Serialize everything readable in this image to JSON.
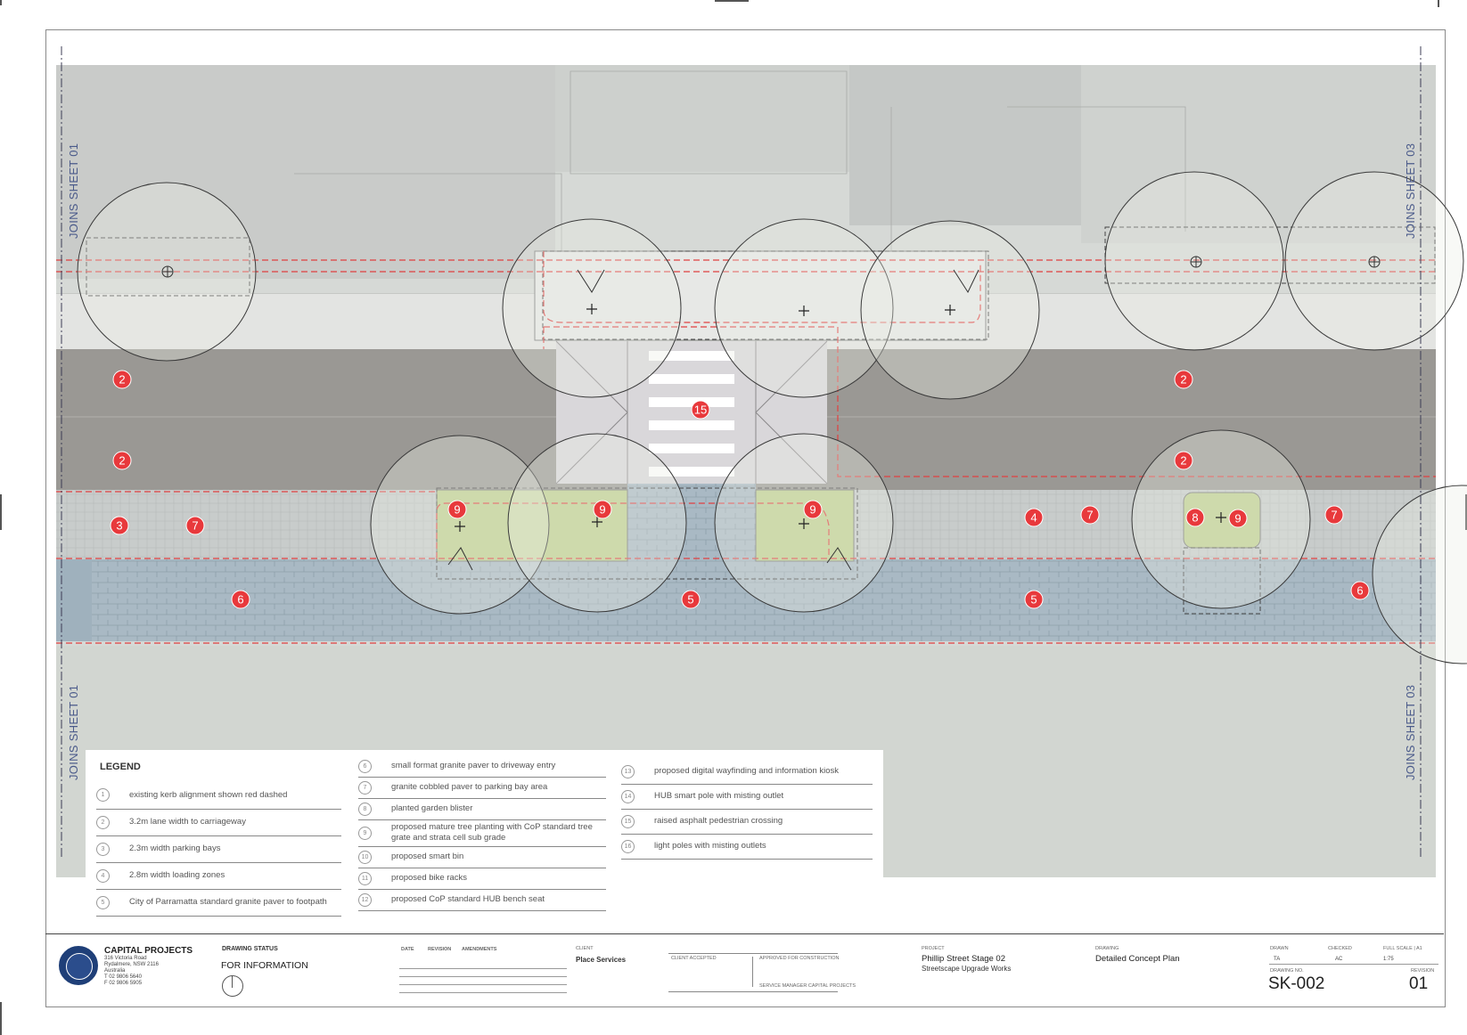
{
  "plan": {
    "joins_left_top": "JOINS SHEET 01",
    "joins_left_bottom": "JOINS SHEET 01",
    "joins_right_top": "JOINS SHEET 03",
    "joins_right_bottom": "JOINS SHEET 03",
    "markers": [
      {
        "n": "2"
      },
      {
        "n": "2"
      },
      {
        "n": "2"
      },
      {
        "n": "2"
      },
      {
        "n": "15"
      },
      {
        "n": "3"
      },
      {
        "n": "7"
      },
      {
        "n": "6"
      },
      {
        "n": "9"
      },
      {
        "n": "9"
      },
      {
        "n": "9"
      },
      {
        "n": "5"
      },
      {
        "n": "5"
      },
      {
        "n": "4"
      },
      {
        "n": "7"
      },
      {
        "n": "8"
      },
      {
        "n": "9"
      },
      {
        "n": "7"
      },
      {
        "n": "6"
      }
    ],
    "colors": {
      "marker": "#e8393c",
      "road": "#9a9894",
      "footpath_paver": "#a9b9c4",
      "planting": "#bfcf8e",
      "kerb_line": "#e04040",
      "aerial": "#d9dcd9"
    }
  },
  "legend": {
    "title": "LEGEND",
    "col1": [
      {
        "num": "1",
        "text": "existing kerb alignment shown red dashed"
      },
      {
        "num": "2",
        "text": "3.2m lane width to carriageway"
      },
      {
        "num": "3",
        "text": "2.3m width parking bays"
      },
      {
        "num": "4",
        "text": "2.8m width loading zones"
      },
      {
        "num": "5",
        "text": "City of Parramatta standard granite paver to footpath"
      }
    ],
    "col2": [
      {
        "num": "6",
        "text": "small format granite paver to driveway entry"
      },
      {
        "num": "7",
        "text": "granite cobbled paver to parking bay area"
      },
      {
        "num": "8",
        "text": "planted garden blister"
      },
      {
        "num": "9",
        "text": "proposed mature tree planting with CoP standard tree grate and strata cell sub grade"
      },
      {
        "num": "10",
        "text": "proposed smart bin"
      },
      {
        "num": "11",
        "text": "proposed bike racks"
      },
      {
        "num": "12",
        "text": "proposed CoP standard HUB bench seat"
      }
    ],
    "col3": [
      {
        "num": "13",
        "text": "proposed digital wayfinding and information kiosk"
      },
      {
        "num": "14",
        "text": "HUB smart pole with misting outlet"
      },
      {
        "num": "15",
        "text": "raised asphalt pedestrian crossing"
      },
      {
        "num": "16",
        "text": "light poles with misting outlets"
      }
    ]
  },
  "titleblock": {
    "org": "CAPITAL PROJECTS",
    "address": [
      "316 Victoria Road",
      "Rydalmere, NSW 2116",
      "Australia",
      "T 02 9806 5640",
      "F 02 9806 5905"
    ],
    "status_label": "DRAWING STATUS",
    "status_value": "FOR INFORMATION",
    "rev_headers": [
      "DATE",
      "REVISION",
      "AMENDMENTS"
    ],
    "client_label": "CLIENT",
    "client_value": "Place Services",
    "client_accepted": "CLIENT ACCEPTED",
    "approved": "APPROVED FOR CONSTRUCTION",
    "service_manager": "SERVICE MANAGER CAPITAL PROJECTS",
    "project_label": "PROJECT",
    "project_line1": "Phillip Street Stage 02",
    "project_line2": "Streetscape Upgrade Works",
    "drawing_label": "DRAWING",
    "drawing_value": "Detailed Concept Plan",
    "drawn_label": "DRAWN",
    "drawn_value": "TA",
    "checked_label": "CHECKED",
    "checked_value": "AC",
    "scale_label": "FULL SCALE | A1",
    "scale_value": "1:75",
    "drawing_no_label": "DRAWING NO.",
    "drawing_no": "SK-002",
    "revision_label": "REVISION",
    "revision": "01"
  }
}
